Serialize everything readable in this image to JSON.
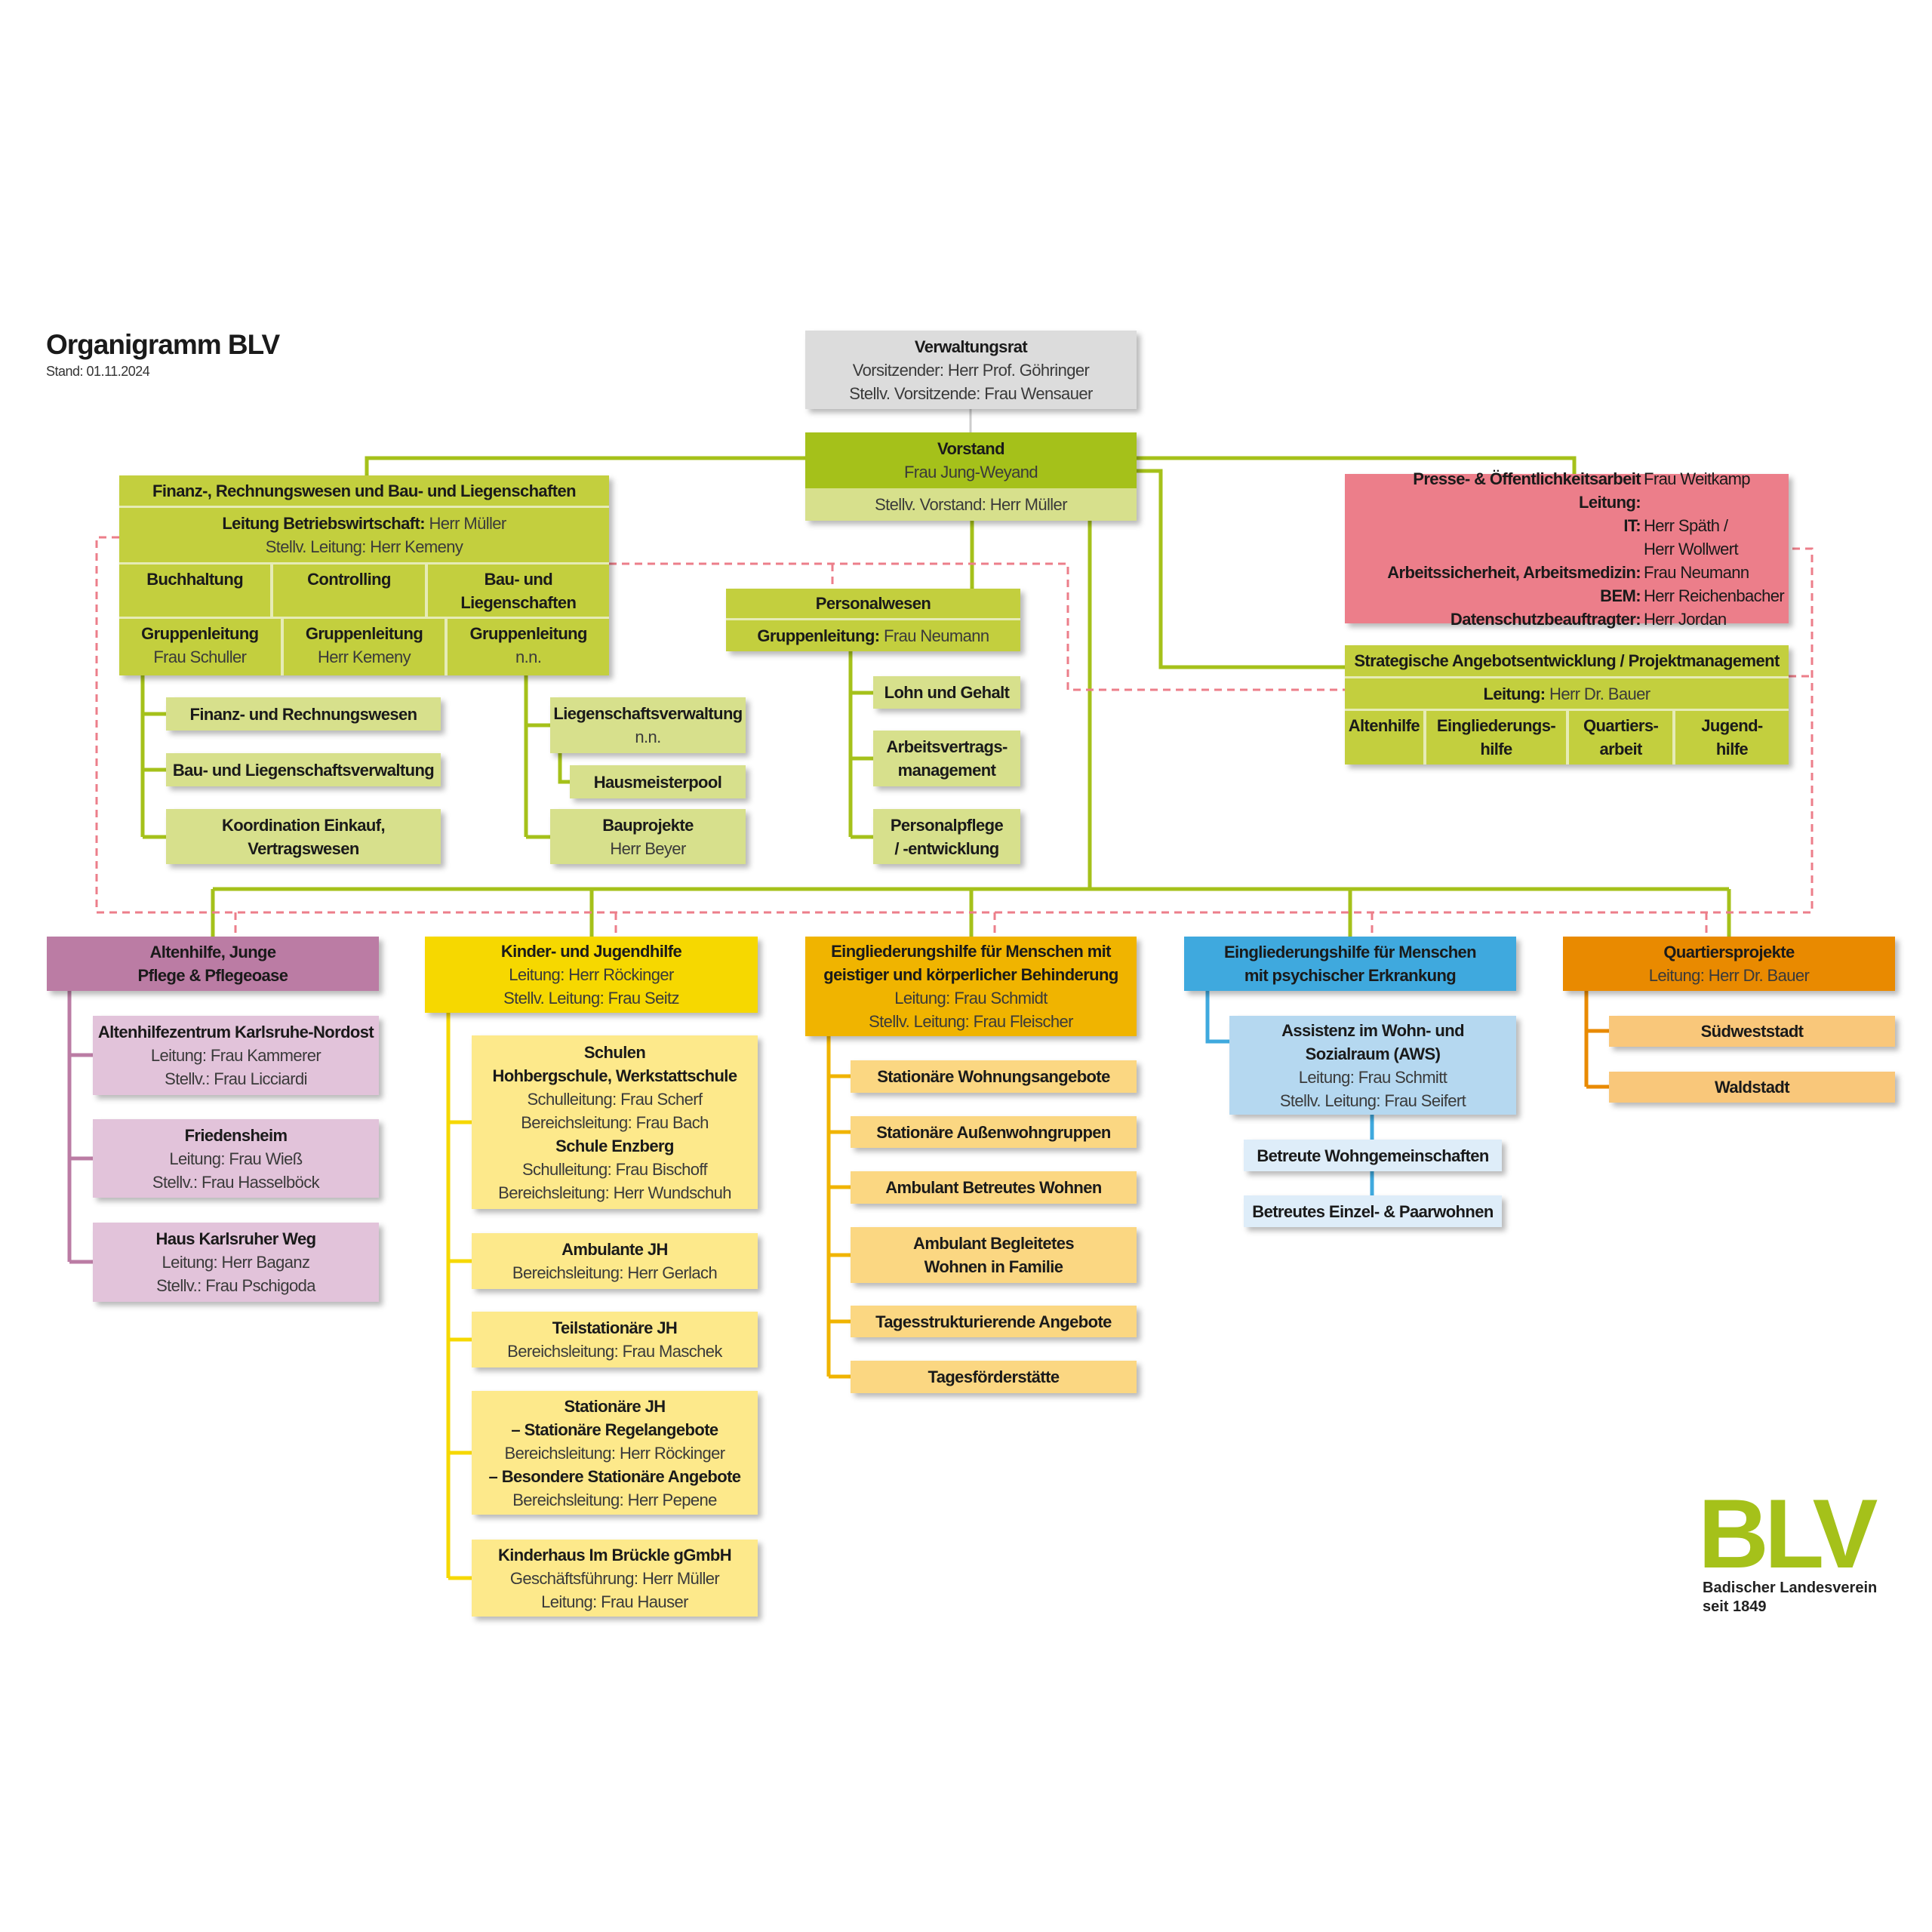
{
  "header": {
    "title": "Organigramm BLV",
    "date": "Stand: 01.11.2024"
  },
  "verwaltungsrat": {
    "title": "Verwaltungsrat",
    "l1": "Vorsitzender: Herr Prof. Göhringer",
    "l2": "Stellv. Vorsitzende: Frau Wensauer"
  },
  "vorstand": {
    "title": "Vorstand",
    "name": "Frau Jung-Weyand",
    "stellv": "Stellv. Vorstand: Herr Müller"
  },
  "finanz": {
    "title": "Finanz-, Rechnungswesen und Bau- und Liegenschaften",
    "leitung_label": "Leitung Betriebswirtschaft:",
    "leitung": "Herr Müller",
    "stellv": "Stellv. Leitung: Herr Kemeny",
    "cols": [
      {
        "title": "Buchhaltung",
        "gl": "Gruppenleitung",
        "name": "Frau Schuller"
      },
      {
        "title": "Controlling",
        "gl": "Gruppenleitung",
        "name": "Herr Kemeny"
      },
      {
        "title": "Bau- und Liegenschaften",
        "gl": "Gruppenleitung",
        "name": "n.n."
      }
    ],
    "subs": [
      "Finanz- und Rechnungswesen",
      "Bau- und Liegenschaftsverwaltung",
      "Koordination Einkauf, Vertragswesen"
    ],
    "liegenschaft": {
      "title": "Liegenschaftsverwaltung",
      "name": "n.n.",
      "hausmeister": "Hausmeisterpool",
      "bau": "Bauprojekte",
      "bau_name": "Herr Beyer"
    }
  },
  "personal": {
    "title": "Personalwesen",
    "gl_label": "Gruppenleitung:",
    "gl": "Frau Neumann",
    "subs": [
      "Lohn und Gehalt",
      "Arbeitsvertrags-management",
      "Personalpflege / -entwicklung"
    ]
  },
  "presse": {
    "rows": [
      {
        "label": "Presse- & Öffentlichkeitsarbeit Leitung:",
        "value": "Frau Weitkamp"
      },
      {
        "label": "IT:",
        "value": "Herr Späth /"
      },
      {
        "label": "",
        "value": "Herr Wollwert"
      },
      {
        "label": "Arbeitssicherheit, Arbeitsmedizin:",
        "value": "Frau Neumann"
      },
      {
        "label": "BEM:",
        "value": "Herr Reichenbacher"
      },
      {
        "label": "Datenschutzbeauftragter:",
        "value": "Herr Jordan"
      }
    ]
  },
  "strategie": {
    "title": "Strategische Angebotsentwicklung / Projektmanagement",
    "leitung_label": "Leitung:",
    "leitung": "Herr Dr. Bauer",
    "cols": [
      "Altenhilfe",
      "Eingliederungs-hilfe",
      "Quartiers-arbeit",
      "Jugend-hilfe"
    ]
  },
  "altenhilfe": {
    "title": "Altenhilfe, Junge Pflege & Pflegeoase",
    "subs": [
      {
        "title": "Altenhilfezentrum Karlsruhe-Nordost",
        "l1": "Leitung: Frau Kammerer",
        "l2": "Stellv.: Frau Licciardi"
      },
      {
        "title": "Friedensheim",
        "l1": "Leitung: Frau Wieß",
        "l2": "Stellv.: Frau Hasselböck"
      },
      {
        "title": "Haus Karlsruher Weg",
        "l1": "Leitung: Herr Baganz",
        "l2": "Stellv.: Frau Pschigoda"
      }
    ]
  },
  "kinder": {
    "title": "Kinder- und Jugendhilfe",
    "l1": "Leitung: Herr Röckinger",
    "l2": "Stellv. Leitung: Frau Seitz",
    "schulen": {
      "title": "Schulen",
      "s1": "Hohbergschule, Werkstattschule",
      "s1a": "Schulleitung: Frau Scherf",
      "s1b": "Bereichsleitung: Frau Bach",
      "s2": "Schule Enzberg",
      "s2a": "Schulleitung: Frau Bischoff",
      "s2b": "Bereichsleitung: Herr Wundschuh"
    },
    "ambulant": {
      "title": "Ambulante JH",
      "l1": "Bereichsleitung: Herr Gerlach"
    },
    "teil": {
      "title": "Teilstationäre JH",
      "l1": "Bereichsleitung: Frau Maschek"
    },
    "stationaer": {
      "title": "Stationäre JH",
      "a": "– Stationäre Regelangebote",
      "a1": "Bereichsleitung: Herr Röckinger",
      "b": "– Besondere Stationäre Angebote",
      "b1": "Bereichsleitung: Herr Pepene"
    },
    "kinderhaus": {
      "title": "Kinderhaus Im Brückle gGmbH",
      "l1": "Geschäftsführung: Herr Müller",
      "l2": "Leitung: Frau Hauser"
    }
  },
  "eingl_geistig": {
    "title": "Eingliederungshilfe für Menschen mit geistiger und körperlicher Behinderung",
    "l1": "Leitung: Frau Schmidt",
    "l2": "Stellv. Leitung: Frau Fleischer",
    "subs": [
      "Stationäre Wohnungsangebote",
      "Stationäre Außenwohngruppen",
      "Ambulant Betreutes Wohnen",
      "Ambulant Begleitetes Wohnen in Familie",
      "Tagesstrukturierende Angebote",
      "Tagesförderstätte"
    ]
  },
  "eingl_psych": {
    "title": "Eingliederungshilfe für Menschen mit psychischer Erkrankung",
    "aws": {
      "title": "Assistenz im Wohn- und Sozialraum (AWS)",
      "l1": "Leitung: Frau Schmitt",
      "l2": "Stellv. Leitung: Frau Seifert"
    },
    "subs": [
      "Betreute Wohngemeinschaften",
      "Betreutes Einzel- & Paarwohnen"
    ]
  },
  "quartier": {
    "title": "Quartiersprojekte",
    "l1": "Leitung: Herr Dr. Bauer",
    "subs": [
      "Südweststadt",
      "Waldstadt"
    ]
  },
  "logo": {
    "text": "BLV",
    "sub1": "Badischer Landesverein",
    "sub2": "seit 1849"
  },
  "colors": {
    "green": "#a5c11a",
    "pink": "#ec7e8a",
    "altenhilfe": "#bb7ca4",
    "kinder": "#f6d800",
    "eingl": "#f0b400",
    "psych": "#3fa9de",
    "quartier": "#e98a00"
  }
}
